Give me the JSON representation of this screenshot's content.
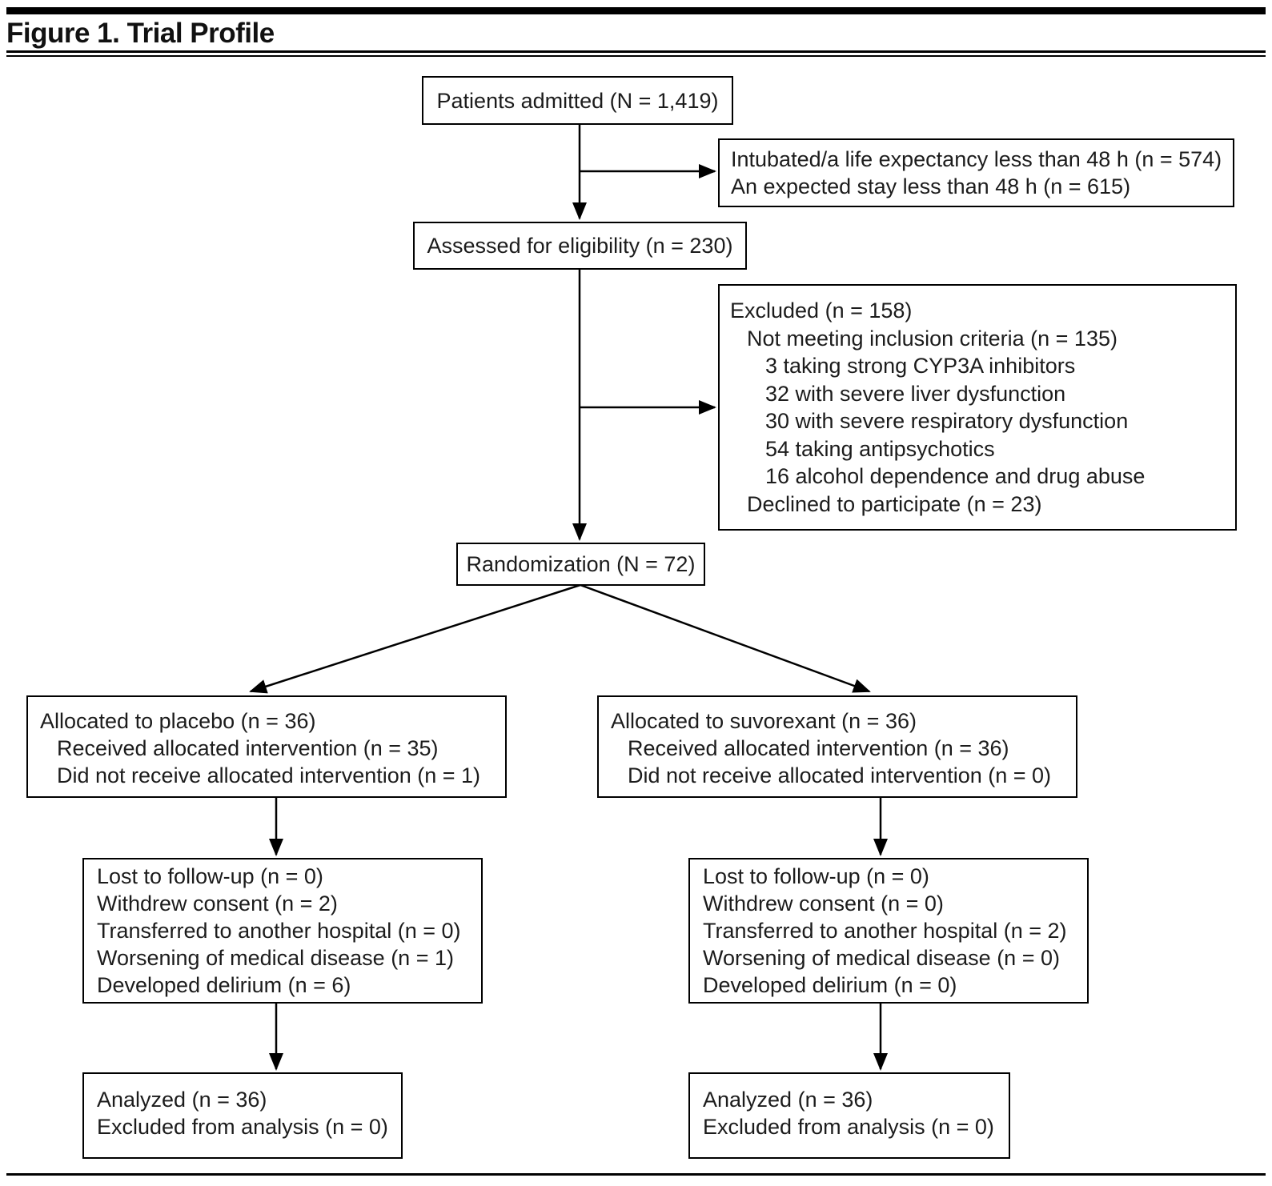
{
  "figure": {
    "title": "Figure 1. Trial Profile"
  },
  "boxes": {
    "patients_admitted": {
      "text": "Patients admitted (N = 1,419)"
    },
    "pre_eligibility_exclusion": {
      "lines": [
        "Intubated/a life expectancy less than 48 h (n = 574)",
        "An expected stay less than 48 h (n = 615)"
      ]
    },
    "assessed": {
      "text": "Assessed for eligibility (n = 230)"
    },
    "excluded": {
      "title": "Excluded (n = 158)",
      "not_meeting": "Not meeting inclusion criteria (n = 135)",
      "reasons": [
        "3 taking strong CYP3A inhibitors",
        "32 with severe liver dysfunction",
        "30 with severe respiratory dysfunction",
        "54 taking antipsychotics",
        "16 alcohol dependence and drug abuse"
      ],
      "declined": "Declined to participate (n = 23)"
    },
    "randomization": {
      "text": "Randomization (N = 72)"
    },
    "placebo_allocated": {
      "title": "Allocated to placebo (n = 36)",
      "received": "Received allocated intervention (n = 35)",
      "not_received": "Did not receive allocated intervention (n = 1)"
    },
    "suvorexant_allocated": {
      "title": "Allocated to suvorexant (n = 36)",
      "received": "Received allocated intervention (n = 36)",
      "not_received": "Did not receive allocated intervention (n = 0)"
    },
    "placebo_followup": {
      "lines": [
        "Lost to follow-up (n = 0)",
        "Withdrew consent (n = 2)",
        "Transferred to another hospital (n = 0)",
        "Worsening of medical disease (n = 1)",
        "Developed delirium (n = 6)"
      ]
    },
    "suvorexant_followup": {
      "lines": [
        "Lost to follow-up (n = 0)",
        "Withdrew consent (n = 0)",
        "Transferred to another hospital (n = 2)",
        "Worsening of medical disease (n = 0)",
        "Developed delirium (n = 0)"
      ]
    },
    "placebo_analyzed": {
      "lines": [
        "Analyzed (n = 36)",
        "Excluded from analysis (n = 0)"
      ]
    },
    "suvorexant_analyzed": {
      "lines": [
        "Analyzed (n = 36)",
        "Excluded from analysis (n = 0)"
      ]
    }
  },
  "colors": {
    "text": "#1c1c1c",
    "line": "#000000",
    "background": "#ffffff"
  }
}
